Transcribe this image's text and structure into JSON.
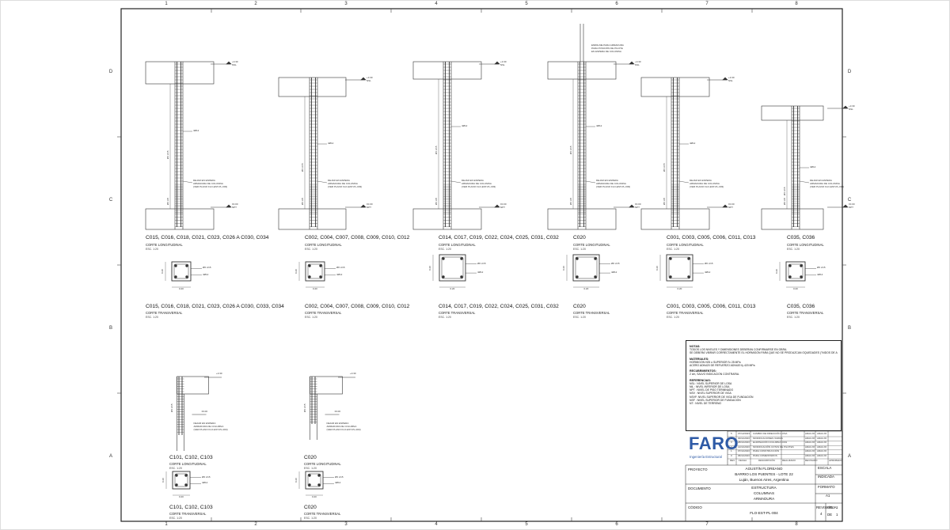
{
  "zones": {
    "columns": [
      "1",
      "2",
      "3",
      "4",
      "5",
      "6",
      "7",
      "8"
    ],
    "rows": [
      "D",
      "C",
      "B",
      "A"
    ]
  },
  "details": {
    "d1": {
      "long_title": "C015, C016, C018, C021, C023, C026 A C030, C034",
      "trans_title": "C015, C016, C018, C021, C023, C026 A C030, C033, C034"
    },
    "d2": {
      "long_title": "C002, C004, C007, C008, C009, C010, C012",
      "trans_title": "C002, C004, C007, C008, C009, C010, C012"
    },
    "d3": {
      "long_title": "C014, C017, C019, C022, C024, C025, C031, C032",
      "trans_title": "C014, C017, C019, C022, C024, C025, C031, C032"
    },
    "d4": {
      "long_title": "C020",
      "trans_title": "C020"
    },
    "d5": {
      "long_title": "C001, C003, C005, C006, C011, C013",
      "trans_title": "C001, C003, C005, C006, C011, C013"
    },
    "d6": {
      "long_title": "C035, C036",
      "trans_title": "C035, C036"
    },
    "d7": {
      "long_title": "C101, C102, C103",
      "trans_title": "C101, C102, C103"
    },
    "d8": {
      "long_title": "C020",
      "trans_title": "C020"
    }
  },
  "labels": {
    "corte_long": "CORTE LONGITUDINAL",
    "corte_trans": "CORTE TRANSVERSAL",
    "esc": "ESC. 1:20",
    "dejar_1": "DEJAR EN ESPERA",
    "dejar_2": "ARMADURA DE COLUMNA",
    "dejar_3": "(VER PLANO FLO-EST-PL-003)",
    "stirrup": "Ø6 c/15",
    "bars": "4Ø12",
    "stirrup_dense": "Ø6 c/8",
    "espera_1": "EMPALME PARA ARMADURA",
    "espera_2": "PARA POSICIÓN DE PILOTE",
    "espera_3": "EN ESPERA DE COLUMNA",
    "lvl_top": "+3.30",
    "lvl_top2": "NSL",
    "lvl_bot": "±0.00",
    "lvl_bot2": "NPT",
    "dim_w": "0.20"
  },
  "notes": {
    "title_notas": "NOTAS:",
    "n1": "TODOS LOS NIVELES Y DIMENSIONES DEBERÁN CONFIRMARSE EN OBRA.",
    "n2": "SE DEBERÁ VIBRAR CORRECTAMENTE EL HORMIGÓN PARA QUE NO SE PRODUZCAN OQUEDADES (\"NIDOS DE ABEJA\").",
    "title_mat": "MATERIALES:",
    "m1": "HORMIGÓN H25 o SUPERIOR              f'c 25 MPa",
    "m2": "ACERO ADN420 DE REFUERZO ADN420      fy 420 MPa",
    "title_rec": "RECUBRIMIENTOS:",
    "r1": "2 cm, SALVO INDICACIÓN CONTRARIA.",
    "title_ref": "REFERENCIAS:",
    "f1": "NSL : NIVEL SUPERIOR DE LOSA",
    "f2": "NIL : NIVEL INFERIOR DE LOSA",
    "f3": "NPT : NIVEL DE PISO TERMINADO",
    "f4": "NSV : NIVEL SUPERIOR DE VIGA",
    "f5": "NSVF: NIVEL SUPERIOR DE VIGA DE FUNDACIÓN",
    "f6": "NSF : NIVEL SUPERIOR DE FUNDACIÓN",
    "f7": "NT  : NIVEL DE TERRENO"
  },
  "revisions": [
    {
      "n": "5",
      "date": "07/12/2023",
      "desc": "CAMBIO DE DIRECCIÓN LOSA",
      "by": "ARAUJO",
      "chk": "ARAUJO"
    },
    {
      "n": "4",
      "date": "30/11/2023",
      "desc": "MODIFICACIONES VARIAS",
      "by": "ARAUJO",
      "chk": "ARAUJO"
    },
    {
      "n": "3",
      "date": "28/11/2023",
      "desc": "ELIMINACIÓN COLUMNA C001",
      "by": "ARAUJO",
      "chk": "ARAUJO"
    },
    {
      "n": "2",
      "date": "14/11/2023",
      "desc": "MODIFICACIÓN COTAS DE PILOTES",
      "by": "ARAUJO",
      "chk": "ARAUJO"
    },
    {
      "n": "1",
      "date": "07/11/2023",
      "desc": "PARA CONSTRUCCIÓN",
      "by": "ARAUJO",
      "chk": "ARAUJO"
    },
    {
      "n": "0",
      "date": "06/11/2023",
      "desc": "PARA COMENTARIOS",
      "by": "ARAUJO",
      "chk": "ARAUJO"
    }
  ],
  "rev_header": {
    "rev": "REV.",
    "fecha": "FECHA",
    "desc": "DESCRIPCIÓN",
    "real": "REALIZADO",
    "rev2": "REVISADO",
    "aprob": "APROBADO"
  },
  "title_block": {
    "brand": "FARO",
    "brand_tag": "Ingeniería Estructural",
    "escala_lbl": "ESCALA",
    "escala_val": "INDICADA",
    "proyecto_lbl": "PROYECTO",
    "proyecto_1": "AGUSTÍN FLOREANO",
    "proyecto_2": "BARRIO LOS PUENTES - LOTE 22",
    "proyecto_3": "Luján, Buenos Aires, Argentina",
    "formato_lbl": "FORMATO",
    "formato_val": "A1",
    "documento_lbl": "DOCUMENTO",
    "doc_1": "ESTRUCTURA",
    "doc_2": "COLUMNAS",
    "doc_3": "ARMADURA",
    "codigo_lbl": "CÓDIGO",
    "codigo_val": "FLO-EST-PL-004",
    "revision_lbl": "REVISIÓN",
    "revision_val": "4",
    "hoja_lbl": "HOJA",
    "hoja_val": "1",
    "de_lbl": "DE",
    "de_val": "1"
  }
}
